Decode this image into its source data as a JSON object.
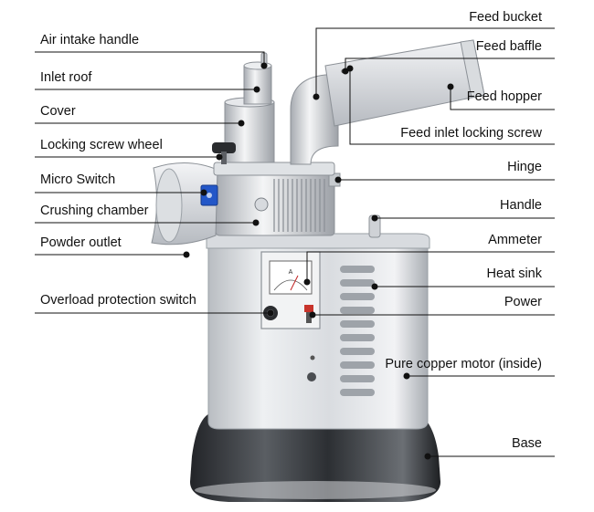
{
  "labels": {
    "air_intake_handle": "Air intake handle",
    "inlet_roof": "Inlet roof",
    "cover": "Cover",
    "locking_screw_wheel": "Locking screw wheel",
    "micro_switch": "Micro Switch",
    "crushing_chamber": "Crushing chamber",
    "powder_outlet": "Powder outlet",
    "overload_protection_switch": "Overload protection switch",
    "feed_bucket": "Feed bucket",
    "feed_baffle": "Feed baffle",
    "feed_hopper": "Feed hopper",
    "feed_inlet_locking_screw": "Feed inlet locking screw",
    "hinge": "Hinge",
    "handle": "Handle",
    "ammeter": "Ammeter",
    "heat_sink": "Heat sink",
    "power": "Power",
    "pure_copper_motor": "Pure copper motor (inside)",
    "base": "Base"
  },
  "ammeter_face": {
    "unit": "A"
  },
  "colors": {
    "steel_light": "#e9ebee",
    "steel_mid": "#c4c8cd",
    "steel_dark": "#8c9197",
    "base_dark": "#3a3d41",
    "switch_blue": "#2357c8",
    "leader": "#111111"
  }
}
